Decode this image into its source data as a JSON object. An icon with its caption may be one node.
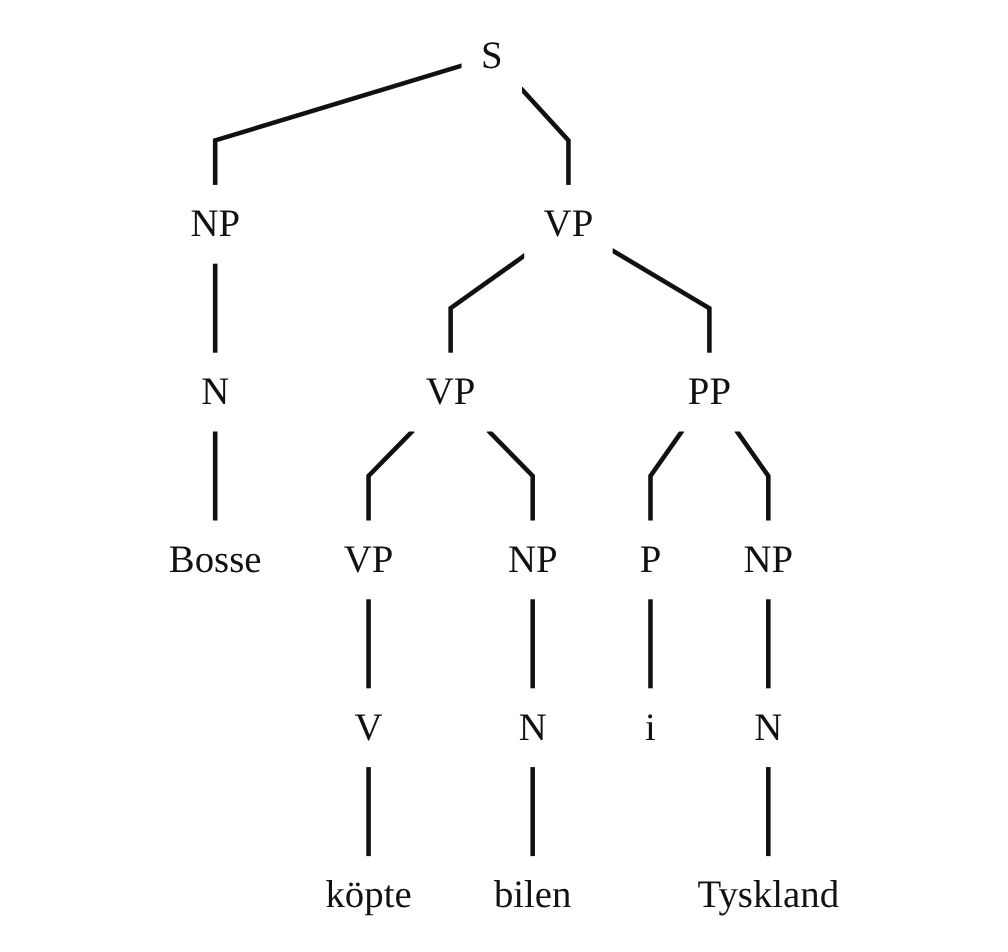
{
  "diagram": {
    "nodes": [
      {
        "text": [
          "S"
        ]
      },
      {
        "text": [
          "NP"
        ]
      },
      {
        "text": [
          "VP"
        ]
      },
      {
        "text": [
          "N"
        ]
      },
      {
        "text": [
          "VP"
        ]
      },
      {
        "text": [
          "PP"
        ]
      },
      {
        "text": [
          "Bosse"
        ]
      },
      {
        "text": [
          "VP"
        ]
      },
      {
        "text": [
          "NP"
        ]
      },
      {
        "text": [
          "P"
        ]
      },
      {
        "text": [
          "NP"
        ]
      },
      {
        "text": [
          "V"
        ]
      },
      {
        "text": [
          "N"
        ]
      },
      {
        "text": [
          "i"
        ]
      },
      {
        "text": [
          "N"
        ]
      },
      {
        "text": [
          "köpte"
        ]
      },
      {
        "text": [
          "bilen"
        ]
      },
      {
        "text": [
          "Tyskland"
        ]
      }
    ],
    "edges": [
      {
        "from": 0,
        "to": 1,
        "arrow": "none"
      },
      {
        "from": 0,
        "to": 2,
        "arrow": "none"
      },
      {
        "from": 1,
        "to": 3,
        "arrow": "none"
      },
      {
        "from": 3,
        "to": 6,
        "arrow": "none"
      },
      {
        "from": 2,
        "to": 4,
        "arrow": "none"
      },
      {
        "from": 2,
        "to": 5,
        "arrow": "none"
      },
      {
        "from": 4,
        "to": 7,
        "arrow": "none"
      },
      {
        "from": 4,
        "to": 8,
        "arrow": "none"
      },
      {
        "from": 5,
        "to": 9,
        "arrow": "none"
      },
      {
        "from": 5,
        "to": 10,
        "arrow": "none"
      },
      {
        "from": 7,
        "to": 11,
        "arrow": "none"
      },
      {
        "from": 8,
        "to": 12,
        "arrow": "none"
      },
      {
        "from": 9,
        "to": 13,
        "arrow": "none"
      },
      {
        "from": 10,
        "to": 14,
        "arrow": "none"
      },
      {
        "from": 11,
        "to": 15,
        "arrow": "none"
      },
      {
        "from": 12,
        "to": 16,
        "arrow": "none"
      },
      {
        "from": 14,
        "to": 17,
        "arrow": "none"
      }
    ]
  }
}
